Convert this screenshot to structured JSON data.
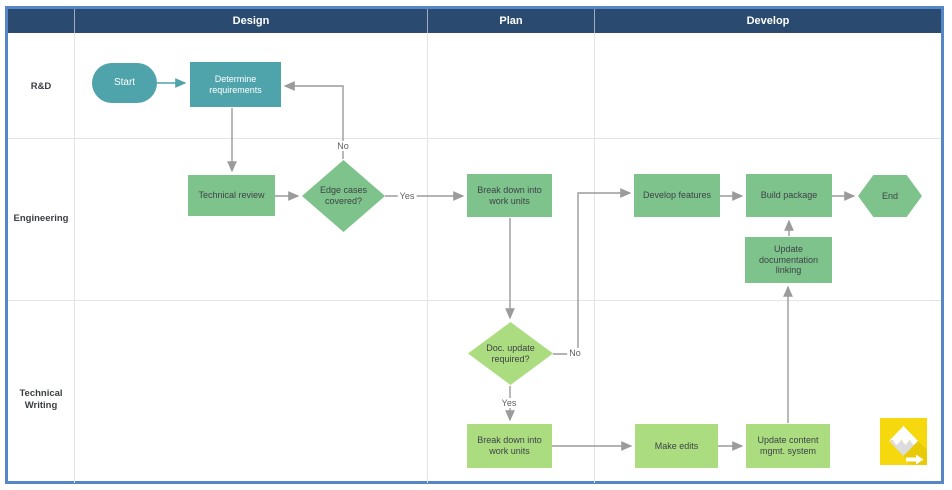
{
  "phases": [
    {
      "label": "Design"
    },
    {
      "label": "Plan"
    },
    {
      "label": "Develop"
    }
  ],
  "lanes": [
    {
      "label": "R&D"
    },
    {
      "label": "Engineering"
    },
    {
      "label": "Technical Writing"
    }
  ],
  "nodes": {
    "start": {
      "label": "Start",
      "shape": "stadium",
      "lane": "R&D",
      "phase": "Design"
    },
    "determine_requirements": {
      "label": "Determine requirements",
      "shape": "rect",
      "lane": "R&D",
      "phase": "Design"
    },
    "technical_review": {
      "label": "Technical review",
      "shape": "rect",
      "lane": "Engineering",
      "phase": "Design"
    },
    "edge_cases_covered": {
      "label": "Edge cases covered?",
      "shape": "diamond",
      "lane": "Engineering",
      "phase": "Design"
    },
    "break_down_work_units_eng": {
      "label": "Break down into work units",
      "shape": "rect",
      "lane": "Engineering",
      "phase": "Plan"
    },
    "develop_features": {
      "label": "Develop features",
      "shape": "rect",
      "lane": "Engineering",
      "phase": "Develop"
    },
    "build_package": {
      "label": "Build package",
      "shape": "rect",
      "lane": "Engineering",
      "phase": "Develop"
    },
    "end": {
      "label": "End",
      "shape": "hexagon",
      "lane": "Engineering",
      "phase": "Develop"
    },
    "update_documentation_linking": {
      "label": "Update documentation linking",
      "shape": "rect",
      "lane": "Engineering",
      "phase": "Develop"
    },
    "doc_update_required": {
      "label": "Doc. update required?",
      "shape": "diamond",
      "lane": "Technical Writing",
      "phase": "Plan"
    },
    "break_down_work_units_tw": {
      "label": "Break down into work units",
      "shape": "rect",
      "lane": "Technical Writing",
      "phase": "Plan"
    },
    "make_edits": {
      "label": "Make edits",
      "shape": "rect",
      "lane": "Technical Writing",
      "phase": "Develop"
    },
    "update_content_mgmt_system": {
      "label": "Update content mgmt. system",
      "shape": "rect",
      "lane": "Technical Writing",
      "phase": "Develop"
    }
  },
  "edge_labels": {
    "edge_cases_no": "No",
    "edge_cases_yes": "Yes",
    "doc_update_no": "No",
    "doc_update_yes": "Yes"
  },
  "colors": {
    "header": "#2B4A70",
    "frame_border": "#5586C8",
    "teal_shape": "#4FA3AB",
    "green_shape": "#7DC38B",
    "light_green_shape": "#ABDC80",
    "connector": "#9B9B9B",
    "grid_line": "#E4E4E4",
    "logo_yellow": "#F5D80E"
  }
}
